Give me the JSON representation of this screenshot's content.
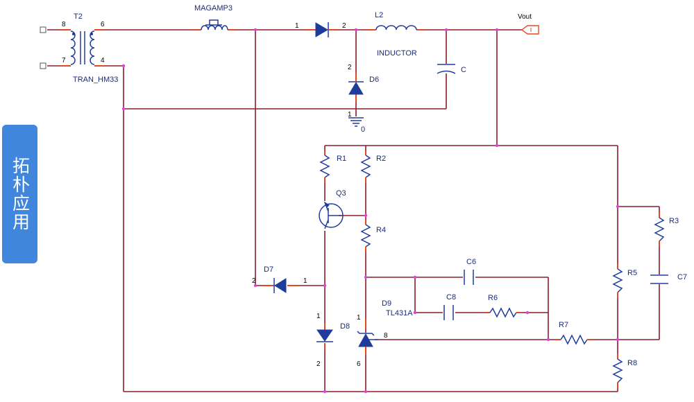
{
  "sidebar": {
    "title": "拓朴应用"
  },
  "components": {
    "t2": "T2",
    "t2_model": "TRAN_HM33",
    "magamp": "MAGAMP3",
    "l2": "L2",
    "inductor": "INDUCTOR",
    "c": "C",
    "d6": "D6",
    "gnd": "0",
    "vout": "Vout",
    "r1": "R1",
    "r2": "R2",
    "q3": "Q3",
    "r4": "R4",
    "r3": "R3",
    "r5": "R5",
    "c7": "C7",
    "c6": "C6",
    "c8": "C8",
    "r6": "R6",
    "d9": "D9",
    "d9_model": "TL431A",
    "d7": "D7",
    "d8": "D8",
    "r7": "R7",
    "r8": "R8"
  },
  "pins": {
    "t2_p8": "8",
    "t2_p7": "7",
    "t2_p6": "6",
    "t2_p4": "4",
    "d_p1": "1",
    "d_p2": "2",
    "d6_p2": "2",
    "d6_p1": "1",
    "d7_p2": "2",
    "d7_p1": "1",
    "d8_p1": "1",
    "d8_p2": "2",
    "d9_p1": "1",
    "d9_p8": "8",
    "d9_p6": "6"
  },
  "colors": {
    "wire": "#8b1a2b",
    "component": "#1f3c9c",
    "lead": "#e8461d",
    "node": "#e33de0",
    "tab": "#3f86dc"
  }
}
